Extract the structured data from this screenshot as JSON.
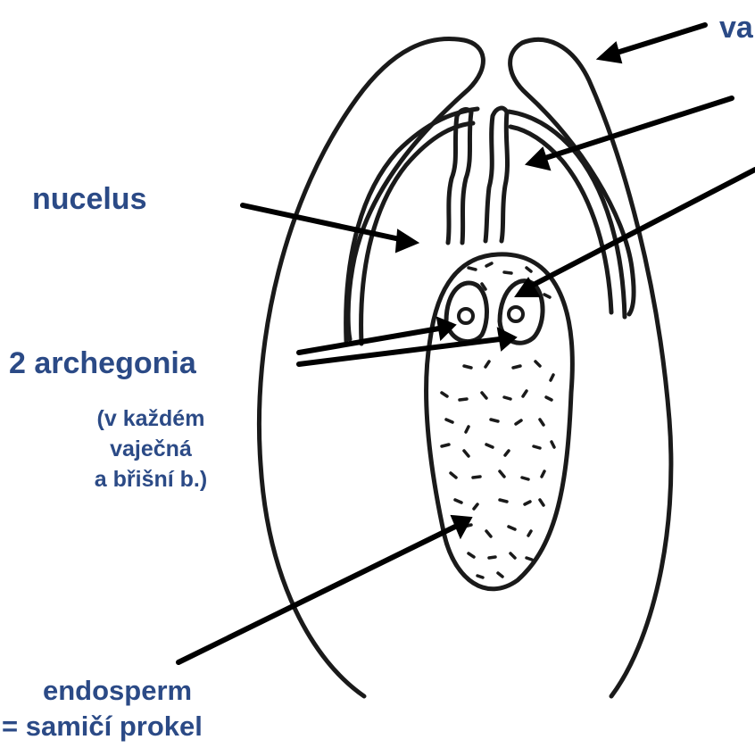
{
  "labels": {
    "top_right_cut": "va",
    "nucelus": "nucelus",
    "archegonia": "2 archegonia",
    "archegonia_note_line1": "(v každém",
    "archegonia_note_line2": "vaječná",
    "archegonia_note_line3": "a břišní b.)",
    "endosperm_line1": "endosperm",
    "endosperm_line2": "= samičí prokel"
  },
  "colors": {
    "label_text": "#2b4a86",
    "ink": "#1a1a1a",
    "background": "#ffffff"
  }
}
